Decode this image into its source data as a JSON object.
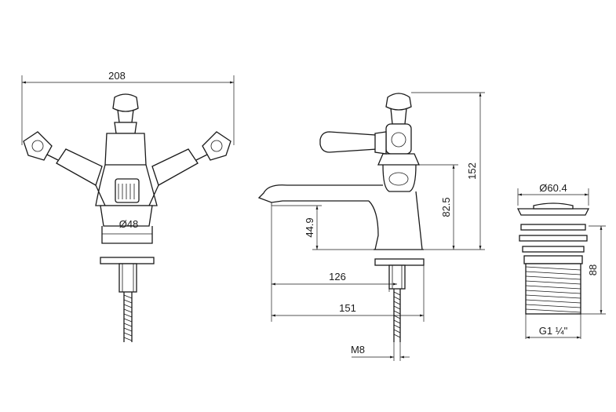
{
  "front_view": {
    "width_label": "208",
    "diameter_label": "Ø48"
  },
  "side_view": {
    "height_label": "152",
    "spout_height_label": "82.5",
    "outlet_height_label": "44.9",
    "reach_label": "126",
    "depth_label": "151",
    "thread_label": "M8"
  },
  "waste_view": {
    "diameter_label": "Ø60.4",
    "height_label": "88",
    "thread_label": "G1 ¼\""
  }
}
